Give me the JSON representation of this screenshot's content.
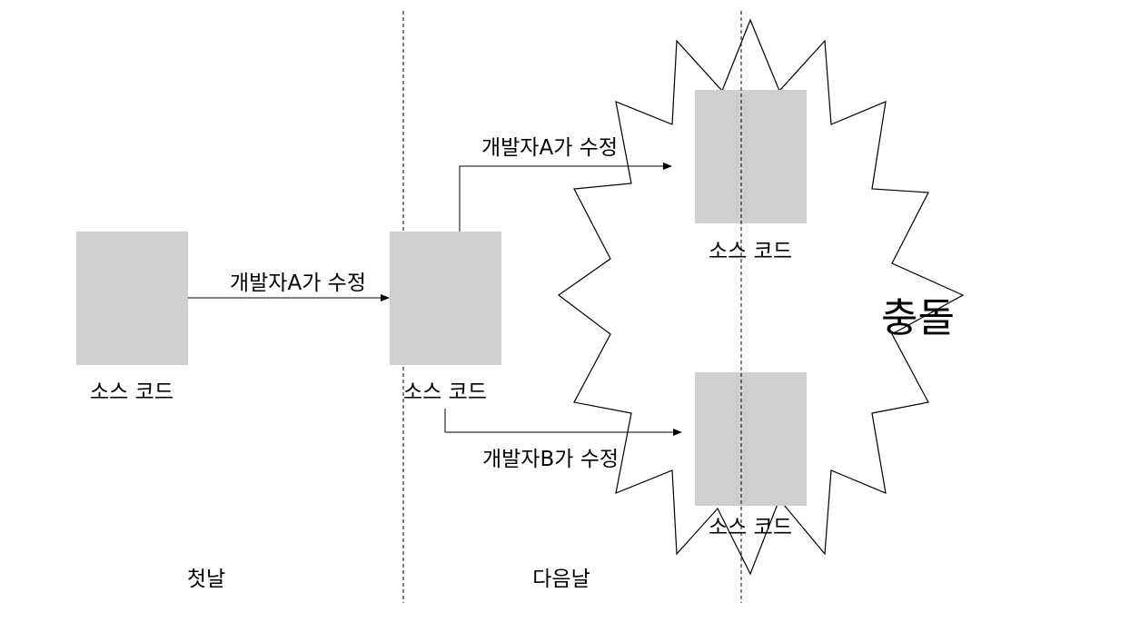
{
  "diagram": {
    "colors": {
      "box": "#d0cfcf",
      "line": "#000000",
      "background": "#ffffff"
    },
    "boxes": {
      "day1_source": "소스 코드",
      "day2_source": "소스 코드",
      "branch_a_source": "소스 코드",
      "branch_b_source": "소스 코드"
    },
    "edges": {
      "day1_to_day2": "개발자A가 수정",
      "day2_to_branch_a": "개발자A가 수정",
      "day2_to_branch_b": "개발자B가 수정"
    },
    "conflict_label": "충돌",
    "sections": {
      "first_day": "첫날",
      "next_day": "다음날"
    }
  }
}
